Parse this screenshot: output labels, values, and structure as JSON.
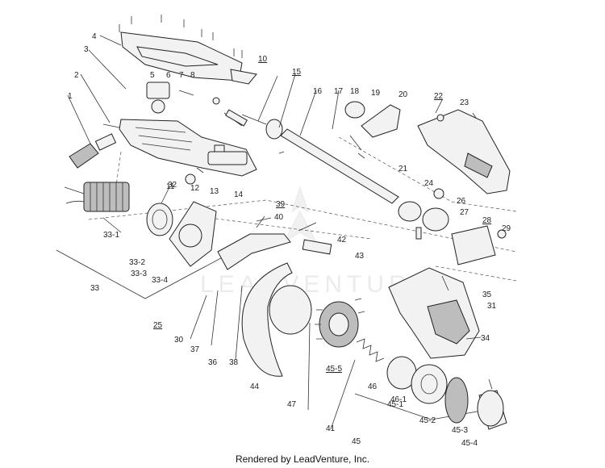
{
  "watermark": "LEADVENTURE",
  "footer": "Rendered by LeadVenture, Inc.",
  "callouts": [
    "1",
    "2",
    "3",
    "4",
    "5",
    "6",
    "7",
    "8",
    "10",
    "11",
    "12",
    "13",
    "14",
    "15",
    "16",
    "17",
    "18",
    "19",
    "20",
    "21",
    "22",
    "23",
    "24",
    "25",
    "26",
    "27",
    "28",
    "29",
    "30",
    "31",
    "32",
    "33",
    "33-1",
    "33-2",
    "33-3",
    "33-4",
    "34",
    "35",
    "36",
    "37",
    "38",
    "39",
    "40",
    "41",
    "42",
    "43",
    "44",
    "45",
    "45-1",
    "45-2",
    "45-3",
    "45-4",
    "45-5",
    "46",
    "46-1",
    "47"
  ]
}
